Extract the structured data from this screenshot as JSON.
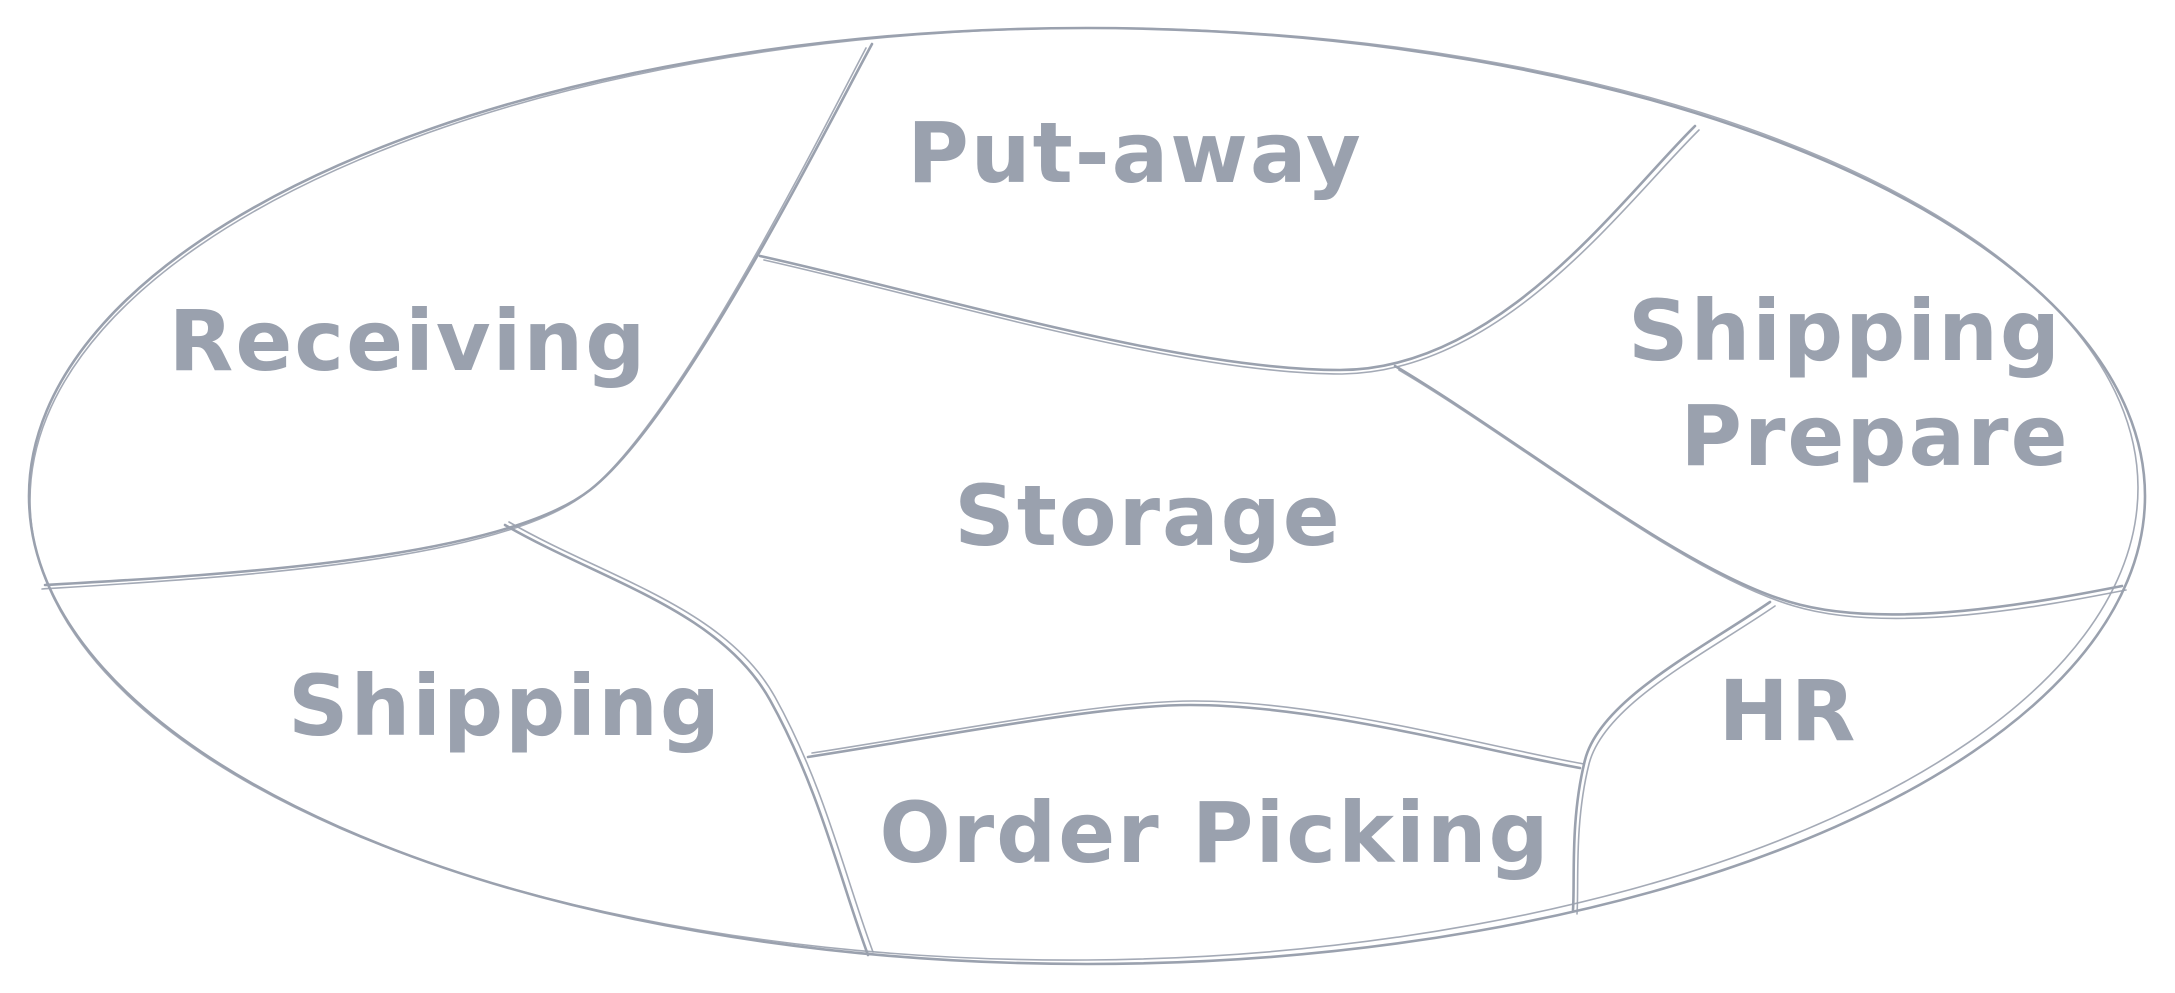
{
  "colors": {
    "ink": "#9aa1ae",
    "background": "#ffffff"
  },
  "regions": {
    "put_away": "Put-away",
    "receiving": "Receiving",
    "shipping_prepare_line1": "Shipping",
    "shipping_prepare_line2": "Prepare",
    "storage": "Storage",
    "shipping": "Shipping",
    "hr": "HR",
    "order_picking": "Order Picking"
  }
}
